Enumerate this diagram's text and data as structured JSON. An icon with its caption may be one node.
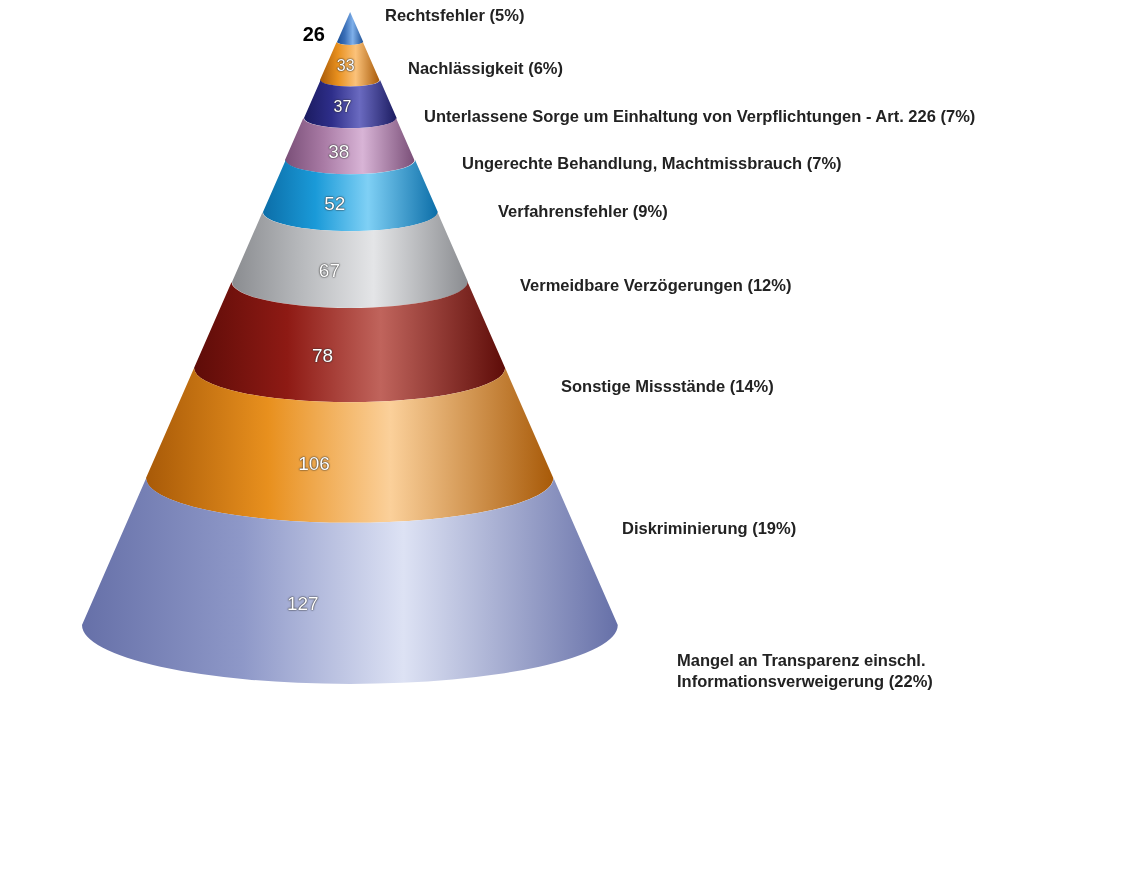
{
  "diagram": {
    "nodes": [
      {
        "text": [
          "26"
        ]
      },
      {
        "text": [
          "33"
        ]
      },
      {
        "text": [
          "37"
        ]
      },
      {
        "text": [
          "38"
        ]
      },
      {
        "text": [
          "52"
        ]
      },
      {
        "text": [
          "67"
        ]
      },
      {
        "text": [
          "78"
        ]
      },
      {
        "text": [
          "106"
        ]
      },
      {
        "text": [
          "127"
        ]
      }
    ],
    "labels": [
      "Rechtsfehler (5%)",
      "Nachlässigkeit (6%)",
      "Unterlassene Sorge um Einhaltung von Verpflichtungen - Art. 226 (7%)",
      "Ungerechte Behandlung, Machtmissbrauch (7%)",
      "Verfahrensfehler (9%)",
      "Vermeidbare Verzögerungen (12%)",
      "Sonstige Missstände (14%)",
      "Diskriminierung (19%)",
      "Mangel an Transparenz einschl. Informationsverweigerung (22%)"
    ]
  }
}
